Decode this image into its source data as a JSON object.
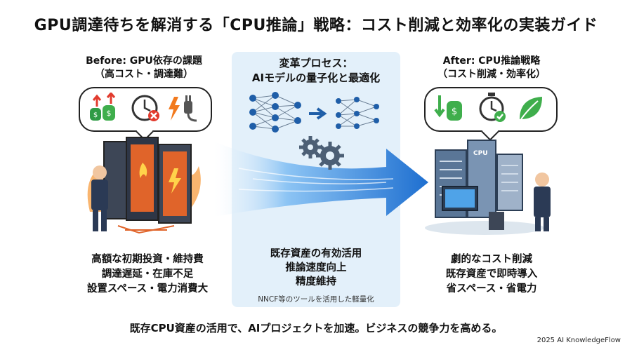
{
  "title": "GPU調達待ちを解消する「CPU推論」戦略：コスト削減と効率化の実装ガイド",
  "before": {
    "heading_line1": "Before: GPU依存の課題",
    "heading_line2": "（高コスト・調達難）",
    "points": [
      "高額な初期投資・維持費",
      "調達遅延・在庫不足",
      "設置スペース・電力消費大"
    ],
    "icons": [
      "money-up-icon",
      "clock-cancel-icon",
      "power-plug-icon"
    ]
  },
  "process": {
    "heading_line1": "変革プロセス：",
    "heading_line2": "AIモデルの量子化と最適化",
    "points": [
      "既存資産の有効活用",
      "推論速度向上",
      "精度維持"
    ],
    "note": "NNCF等のツールを活用した軽量化"
  },
  "after": {
    "heading_line1": "After: CPU推論戦略",
    "heading_line2": "（コスト削減・効率化）",
    "points": [
      "劇的なコスト削減",
      "既存資産で即時導入",
      "省スペース・省電力"
    ],
    "icons": [
      "money-down-icon",
      "stopwatch-check-icon",
      "leaf-icon"
    ],
    "server_label": "CPU"
  },
  "footer": "既存CPU資産の活用で、AIプロジェクトを加速。ビジネスの競争力を高める。",
  "copyright": "2025 AI KnowledgeFlow",
  "colors": {
    "arrow": "#1e6fd0",
    "panel": "#e3f0fa",
    "fire": "#f27a1e",
    "green": "#3fae4c",
    "red": "#e23b2e"
  }
}
